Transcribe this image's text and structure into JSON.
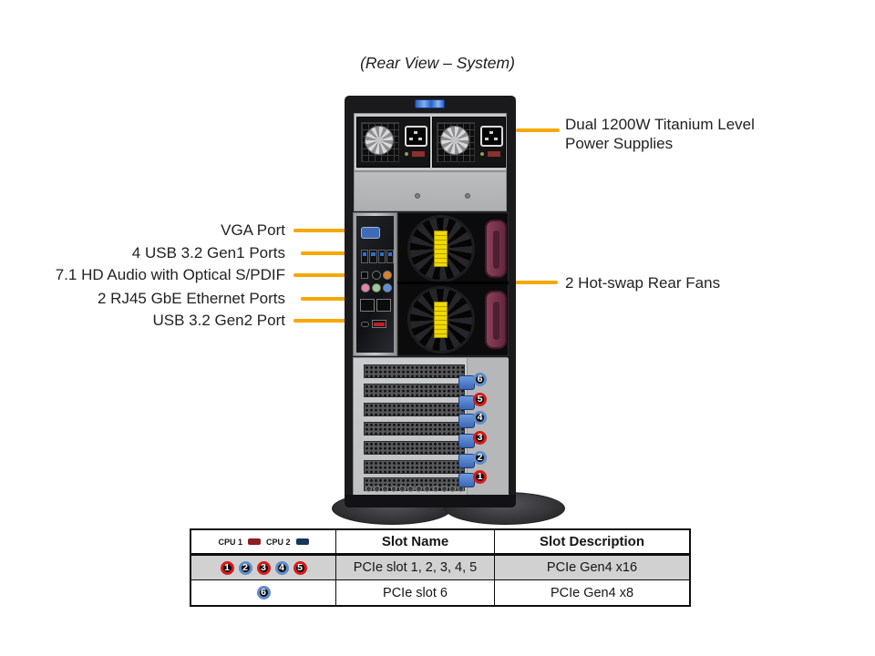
{
  "title": "(Rear View – System)",
  "callouts": {
    "psu": "Dual 1200W Titanium Level Power Supplies",
    "vga": "VGA Port",
    "usb_gen1": "4 USB 3.2 Gen1 Ports",
    "audio": "7.1 HD Audio with Optical S/PDIF",
    "ethernet": "2 RJ45 GbE Ethernet Ports",
    "usb_gen2": "USB 3.2 Gen2 Port",
    "fans": "2 Hot-swap Rear Fans"
  },
  "chassis_markers": [
    {
      "n": "6",
      "cpu": "cpu2"
    },
    {
      "n": "5",
      "cpu": "cpu1"
    },
    {
      "n": "4",
      "cpu": "cpu2"
    },
    {
      "n": "3",
      "cpu": "cpu1"
    },
    {
      "n": "2",
      "cpu": "cpu2"
    },
    {
      "n": "1",
      "cpu": "cpu1"
    }
  ],
  "table": {
    "legend": {
      "cpu1": "CPU 1",
      "cpu2": "CPU 2"
    },
    "headers": {
      "slot_name": "Slot Name",
      "slot_description": "Slot Description"
    },
    "rows": [
      {
        "markers": [
          {
            "n": "1",
            "cpu": "cpu1"
          },
          {
            "n": "2",
            "cpu": "cpu2"
          },
          {
            "n": "3",
            "cpu": "cpu1"
          },
          {
            "n": "4",
            "cpu": "cpu2"
          },
          {
            "n": "5",
            "cpu": "cpu1"
          }
        ],
        "slot_name": "PCIe slot 1, 2, 3, 4, 5",
        "slot_description": "PCIe Gen4 x16"
      },
      {
        "markers": [
          {
            "n": "6",
            "cpu": "cpu2"
          }
        ],
        "slot_name": "PCIe slot 6",
        "slot_description": "PCIe Gen4 x8"
      }
    ]
  },
  "colors": {
    "leader_line": "#F5A800",
    "cpu1_ring": "#D81A1A",
    "cpu2_ring": "#5D8CC9",
    "cpu1_swatch": "#8F1D22",
    "cpu2_swatch": "#17365D"
  }
}
